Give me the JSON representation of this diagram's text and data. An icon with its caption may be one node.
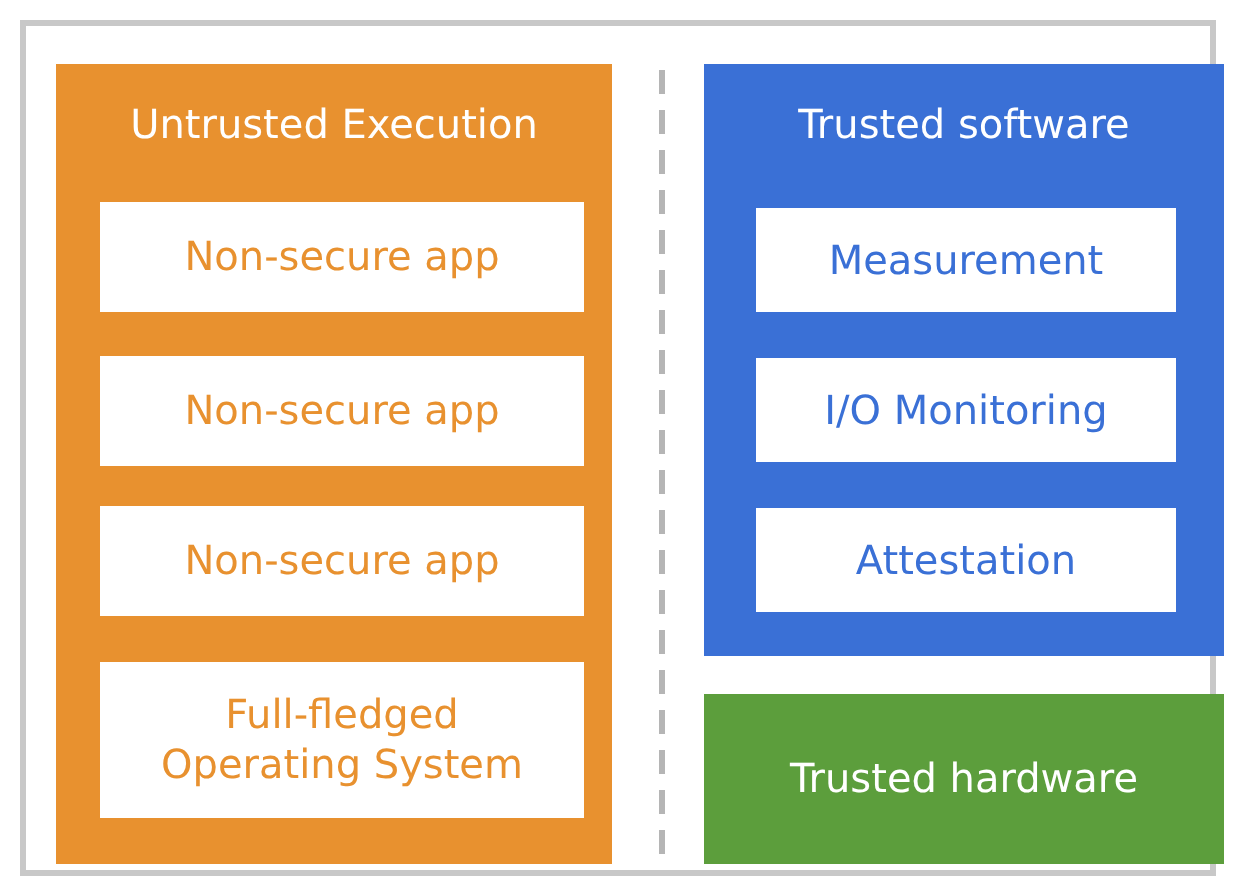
{
  "diagram": {
    "nodes": [
      {
        "text": [
          "Untrusted Execution"
        ]
      },
      {
        "text": [
          "Non-secure app"
        ],
        "in": 0
      },
      {
        "text": [
          "Non-secure app"
        ],
        "in": 0
      },
      {
        "text": [
          "Non-secure app"
        ],
        "in": 0
      },
      {
        "text": [
          "Full-fledged Operating System"
        ],
        "in": 0
      },
      {
        "text": [
          "Trusted software"
        ]
      },
      {
        "text": [
          "Measurement"
        ],
        "in": 5
      },
      {
        "text": [
          "I/O Monitoring"
        ],
        "in": 5
      },
      {
        "text": [
          "Attestation"
        ],
        "in": 5
      },
      {
        "text": [
          "Trusted hardware"
        ]
      }
    ],
    "edges": []
  }
}
